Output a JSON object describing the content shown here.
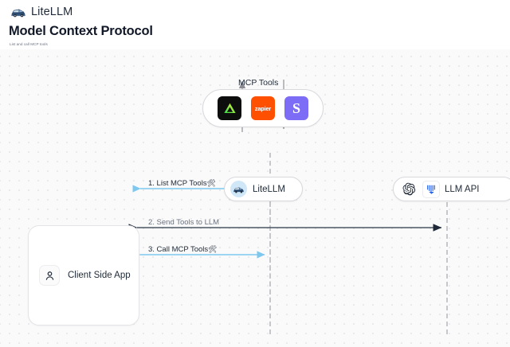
{
  "header": {
    "brand_name": "LiteLLM",
    "brand_logo_icon": "litellm-car-logo",
    "title": "Model Context Protocol",
    "subtitle": "List and call MCP tools"
  },
  "diagram": {
    "mcp_group": {
      "caption": "MCP Tools",
      "tools": [
        {
          "name": "linear",
          "icon": "linear-triangle-icon",
          "label": "",
          "bg": "#0d0d0d"
        },
        {
          "name": "zapier",
          "icon": "zapier-wordmark-icon",
          "label": "zapier",
          "bg": "#ff4f00"
        },
        {
          "name": "slack",
          "icon": "slack-s-icon",
          "label": "S",
          "bg": "#7c6cf6"
        }
      ]
    },
    "litellm_node": {
      "label": "LiteLLM",
      "icon": "litellm-avatar-icon"
    },
    "llm_api_node": {
      "label": "LLM API",
      "icons": [
        "openai-logo-icon",
        "anthropic-logo-icon"
      ]
    },
    "client_node": {
      "label": "Client Side App",
      "icon": "person-icon"
    },
    "edges": [
      {
        "id": "list-mcp-tools",
        "label": "1. List MCP Tools",
        "emoji": "🛠",
        "color": "#7ec8f0",
        "direction": "bidirectional",
        "from": "client-side-app",
        "to": "litellm"
      },
      {
        "id": "send-tools-to-llm",
        "label": "2. Send Tools to LLM",
        "emoji": "",
        "color": "#4b5563",
        "direction": "bidirectional",
        "from": "client-side-app",
        "to": "llm-api"
      },
      {
        "id": "call-mcp-tools",
        "label": "3. Call MCP Tools",
        "emoji": "🛠",
        "color": "#7ec8f0",
        "direction": "bidirectional",
        "from": "client-side-app",
        "to": "litellm"
      }
    ],
    "vertical_edges": [
      {
        "id": "litellm-to-mcp-up",
        "direction": "up"
      },
      {
        "id": "mcp-to-litellm-down",
        "direction": "down"
      }
    ]
  },
  "colors": {
    "accent_blue": "#7ec8f0",
    "dark_arrow": "#4b5563",
    "canvas_bg": "#fafafa",
    "dot_grid": "#e7e7e9"
  }
}
